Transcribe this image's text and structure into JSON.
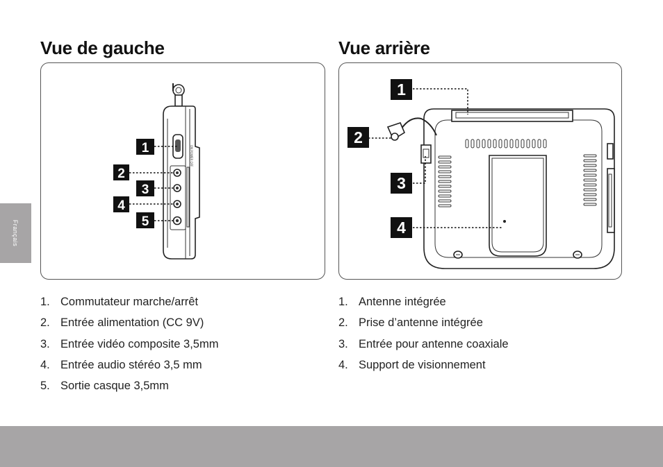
{
  "side_tab": {
    "label": "Français"
  },
  "left_view": {
    "title": "Vue de gauche",
    "badges": [
      "1",
      "2",
      "3",
      "4",
      "5"
    ],
    "items": [
      {
        "number": "1.",
        "text": "Commutateur marche/arrêt"
      },
      {
        "number": "2.",
        "text": "Entrée alimentation (CC 9V)"
      },
      {
        "number": "3.",
        "text": "Entrée vidéo composite 3,5mm"
      },
      {
        "number": "4.",
        "text": "Entrée audio stéréo 3,5 mm"
      },
      {
        "number": "5.",
        "text": "Sortie casque 3,5mm"
      }
    ]
  },
  "rear_view": {
    "title": "Vue arrière",
    "badges": [
      "1",
      "2",
      "3",
      "4"
    ],
    "items": [
      {
        "number": "1.",
        "text": "Antenne intégrée"
      },
      {
        "number": "2.",
        "text": "Prise d’antenne intégrée"
      },
      {
        "number": "3.",
        "text": "Entrée pour antenne coaxiale"
      },
      {
        "number": "4.",
        "text": "Support de visionnement"
      }
    ]
  },
  "colors": {
    "bar_gray": "#a7a5a6",
    "badge_black": "#111111",
    "text": "#222222"
  }
}
